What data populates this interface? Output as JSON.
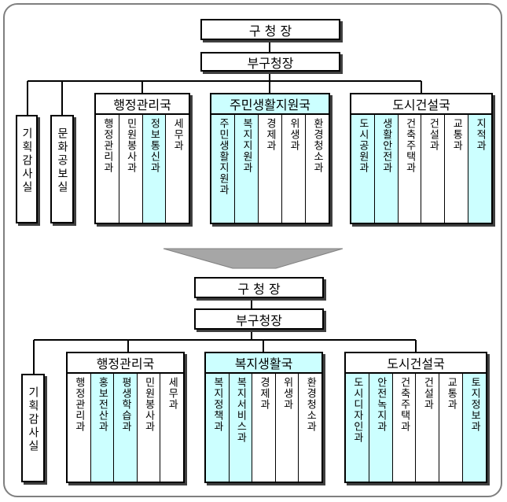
{
  "top_chart": {
    "head": "구 청 장",
    "deputy": "부구청장",
    "staff": [
      {
        "label": "기획감사실",
        "highlight": false
      },
      {
        "label": "문화공보실",
        "highlight": true
      }
    ],
    "departments": [
      {
        "title": "행정관리국",
        "title_highlight": false,
        "units": [
          {
            "label": "행정관리과",
            "highlight": false
          },
          {
            "label": "민원봉사과",
            "highlight": false
          },
          {
            "label": "정보통신과",
            "highlight": true
          },
          {
            "label": "세무과",
            "highlight": false
          }
        ]
      },
      {
        "title": "주민생활지원국",
        "title_highlight": true,
        "units": [
          {
            "label": "주민생활지원과",
            "highlight": true
          },
          {
            "label": "복지지원과",
            "highlight": true
          },
          {
            "label": "경제과",
            "highlight": false
          },
          {
            "label": "위생과",
            "highlight": false
          },
          {
            "label": "환경청소과",
            "highlight": false
          }
        ]
      },
      {
        "title": "도시건설국",
        "title_highlight": false,
        "units": [
          {
            "label": "도시공원과",
            "highlight": true
          },
          {
            "label": "생활안전과",
            "highlight": true
          },
          {
            "label": "건축주택과",
            "highlight": false
          },
          {
            "label": "건설과",
            "highlight": false
          },
          {
            "label": "교통과",
            "highlight": false
          },
          {
            "label": "지적과",
            "highlight": true
          }
        ]
      }
    ]
  },
  "bottom_chart": {
    "head": "구 청 장",
    "deputy": "부구청장",
    "staff": [
      {
        "label": "기획감사실",
        "highlight": false
      }
    ],
    "departments": [
      {
        "title": "행정관리국",
        "title_highlight": false,
        "units": [
          {
            "label": "행정관리과",
            "highlight": false
          },
          {
            "label": "홍보전산과",
            "highlight": true
          },
          {
            "label": "평생학습과",
            "highlight": true
          },
          {
            "label": "민원봉사과",
            "highlight": false
          },
          {
            "label": "세무과",
            "highlight": false
          }
        ]
      },
      {
        "title": "복지생활국",
        "title_highlight": true,
        "units": [
          {
            "label": "복지정책과",
            "highlight": true
          },
          {
            "label": "복지서비스과",
            "highlight": true
          },
          {
            "label": "경제과",
            "highlight": false
          },
          {
            "label": "위생과",
            "highlight": false
          },
          {
            "label": "환경청소과",
            "highlight": false
          }
        ]
      },
      {
        "title": "도시건설국",
        "title_highlight": false,
        "units": [
          {
            "label": "도시디자인과",
            "highlight": true
          },
          {
            "label": "안전녹지과",
            "highlight": true
          },
          {
            "label": "건축주택과",
            "highlight": false
          },
          {
            "label": "건설과",
            "highlight": false
          },
          {
            "label": "교통과",
            "highlight": false
          },
          {
            "label": "토지정보과",
            "highlight": true
          }
        ]
      }
    ]
  },
  "colors": {
    "highlight": "#ccffff",
    "arrow": "#a6a6a6",
    "frame": "#7f7f7f"
  }
}
